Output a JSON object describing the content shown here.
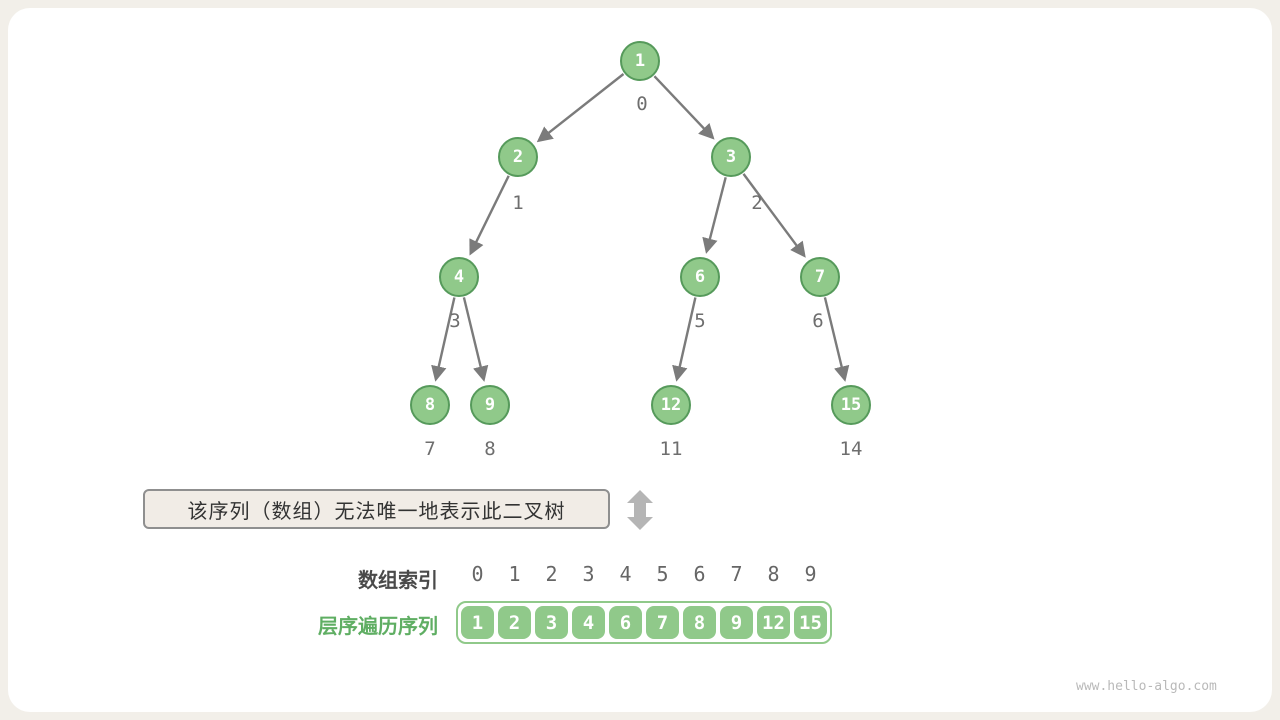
{
  "caption": "该序列（数组）无法唯一地表示此二叉树",
  "tree": {
    "nodes": [
      {
        "value": "1",
        "index": "0"
      },
      {
        "value": "2",
        "index": "1"
      },
      {
        "value": "3",
        "index": "2"
      },
      {
        "value": "4",
        "index": "3"
      },
      {
        "value": "6",
        "index": "5"
      },
      {
        "value": "7",
        "index": "6"
      },
      {
        "value": "8",
        "index": "7"
      },
      {
        "value": "9",
        "index": "8"
      },
      {
        "value": "12",
        "index": "11"
      },
      {
        "value": "15",
        "index": "14"
      }
    ]
  },
  "array_section": {
    "index_label": "数组索引",
    "indices": [
      "0",
      "1",
      "2",
      "3",
      "4",
      "5",
      "6",
      "7",
      "8",
      "9"
    ],
    "sequence_label": "层序遍历序列",
    "values": [
      "1",
      "2",
      "3",
      "4",
      "6",
      "7",
      "8",
      "9",
      "12",
      "15"
    ]
  },
  "watermark": "www.hello-algo.com",
  "colors": {
    "node_fill": "#90C98A",
    "node_border": "#569A5B",
    "accent_green": "#5FAE63",
    "arrow_gray": "#7B7B7B"
  }
}
